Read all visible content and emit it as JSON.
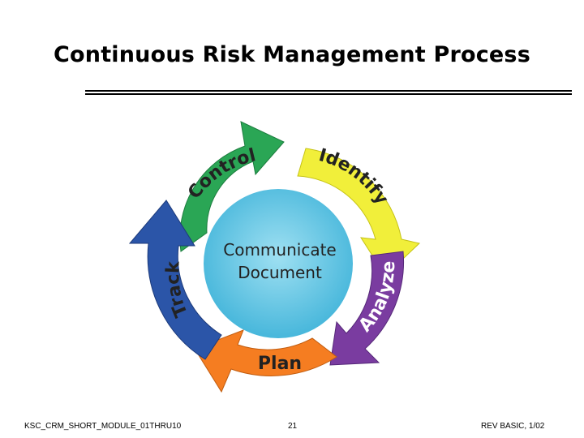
{
  "slide": {
    "title": "Continuous Risk Management Process"
  },
  "diagram": {
    "stages": [
      {
        "label": "Identify",
        "color": "#f1ef3a"
      },
      {
        "label": "Analyze",
        "color": "#7a3ca0"
      },
      {
        "label": "Plan",
        "color": "#f57d21"
      },
      {
        "label": "Track",
        "color": "#2b55a8"
      },
      {
        "label": "Control",
        "color": "#2aa655"
      }
    ],
    "center": {
      "line1": "Communicate",
      "line2": "Document",
      "color": "#5bc6e4"
    }
  },
  "footer": {
    "left": "KSC_CRM_SHORT_MODULE_01THRU10",
    "center": "21",
    "right": "REV BASIC, 1/02"
  }
}
